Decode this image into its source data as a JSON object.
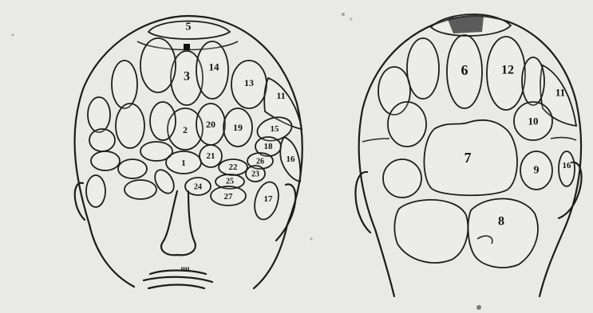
{
  "front_head": {
    "labels": [
      "5",
      "3",
      "14",
      "13",
      "11",
      "2",
      "20",
      "19",
      "15",
      "18",
      "16",
      "1",
      "21",
      "26",
      "22",
      "23",
      "25",
      "24",
      "27",
      "17"
    ]
  },
  "back_head": {
    "labels": [
      "6",
      "12",
      "11",
      "10",
      "7",
      "9",
      "16",
      "8"
    ]
  },
  "colors": {
    "ink": "#1c1c1c",
    "paper": "#e9e9e7"
  }
}
